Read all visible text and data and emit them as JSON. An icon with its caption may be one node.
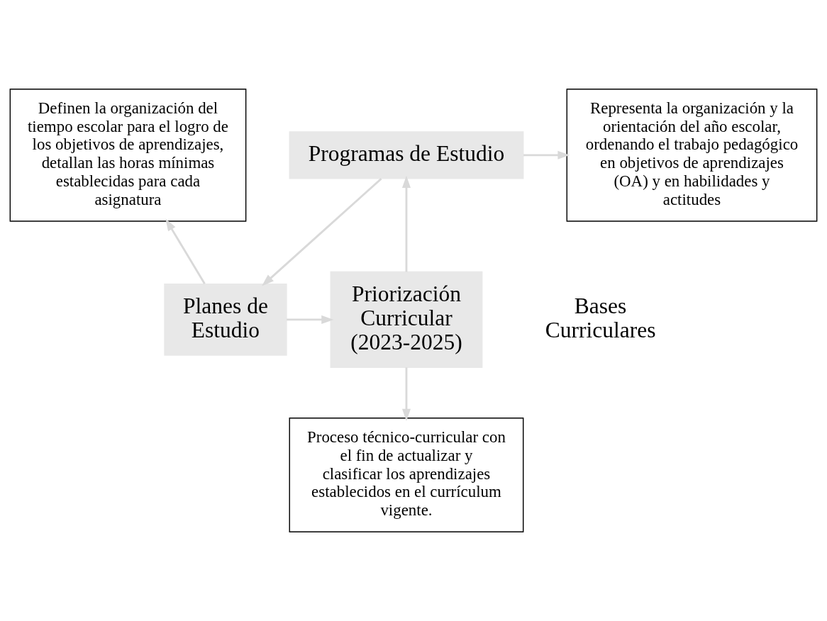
{
  "diagram": {
    "nodes": [
      {
        "text": [
          "Programas de Estudio"
        ]
      },
      {
        "text": [
          "Representa la organización y la orientación del año escolar, ordenando el trabajo pedagógico en objetivos de aprendizajes (OA) y en habilidades y actitudes"
        ]
      },
      {
        "text": [
          "Definen la organización del tiempo escolar para el logro de los objetivos de aprendizajes, detallan las horas mínimas establecidas para cada asignatura"
        ]
      },
      {
        "text": [
          "Priorización Curricular (2023-2025)"
        ]
      },
      {
        "text": [
          "Bases Curriculares"
        ]
      },
      {
        "text": [
          "Planes de Estudio"
        ]
      },
      {
        "text": [
          "Proceso técnico-curricular con el fin de actualizar y clasificar los aprendizajes establecidos en el currículum vigente."
        ]
      }
    ],
    "edges": [
      {
        "from": 0,
        "to": 1,
        "arrow": "to"
      },
      {
        "from": 5,
        "to": 2,
        "arrow": "to"
      },
      {
        "from": 3,
        "to": 6,
        "arrow": "to"
      },
      {
        "from": 3,
        "to": 0,
        "arrow": "to"
      },
      {
        "from": 0,
        "to": 5,
        "arrow": "to"
      },
      {
        "from": 5,
        "to": 3,
        "arrow": "to"
      }
    ]
  }
}
